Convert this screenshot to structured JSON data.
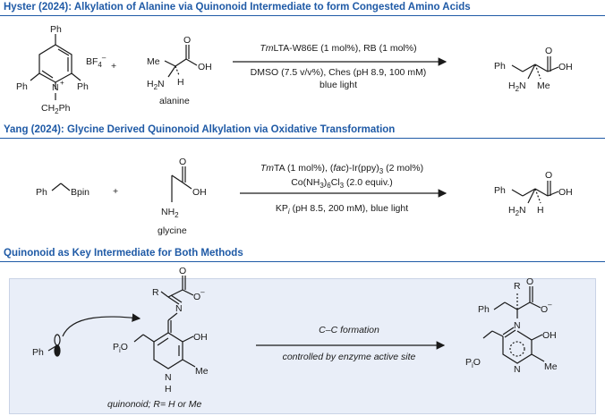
{
  "sections": [
    {
      "title": "Hyster (2024): Alkylation of Alanine via Quinonoid Intermediate to form Congested Amino Acids",
      "reagent_label": "alanine",
      "conditions": {
        "line1_italic": "Tm",
        "line1_rest": "LTA-W86E (1 mol%), RB (1 mol%)",
        "line2": "DMSO (7.5 v/v%), Ches (pH 8.9, 100 mM)",
        "line3": "blue light"
      }
    },
    {
      "title": "Yang (2024): Glycine Derived Quinonoid Alkylation via Oxidative Transformation",
      "reagent_label": "glycine",
      "conditions": {
        "line1_italic": "Tm",
        "line1_rest": "TA (1 mol%), (",
        "line1_fac": "fac",
        "line1_end": ")-Ir(ppy)",
        "line1_sub": "3",
        "line1_tail": " (2 mol%)",
        "line2": "Co(NH",
        "line2_sub1": "3",
        "line2_mid": ")",
        "line2_sub2": "6",
        "line2_tail": "Cl",
        "line2_sub3": "3",
        "line2_end": " (2.0 equiv.)",
        "line3": "KP",
        "line3_sub": "i",
        "line3_tail": " (pH 8.5, 200 mM), blue light"
      }
    },
    {
      "title": "Quinonoid as Key Intermediate for Both Methods",
      "quinonoid_label": "quinonoid; R= H or Me",
      "arrow_top": "C–C formation",
      "arrow_bottom": "controlled by enzyme active site"
    }
  ],
  "atoms": {
    "ph": "Ph",
    "bf4": "BF",
    "bf4_sub": "4",
    "bf4_sup": "–",
    "plus": "+",
    "n_plus": "N",
    "plus_sup": "+",
    "ch2ph": "CH",
    "ch2ph_sub": "2",
    "ch2ph_tail": "Ph",
    "me": "Me",
    "oh": "OH",
    "o": "O",
    "h": "H",
    "n": "N",
    "h2n": "H",
    "h2n_sub": "2",
    "h2n_tail": "N",
    "nh2": "NH",
    "nh2_sub": "2",
    "bpin": "Bpin",
    "r": "R",
    "o_minus": "O",
    "minus": "–",
    "p": "P",
    "p_sub": "i",
    "nh": "N",
    "nh_h": "H"
  },
  "colors": {
    "accent": "#1f5aa6",
    "panel": "#e9eef8"
  }
}
